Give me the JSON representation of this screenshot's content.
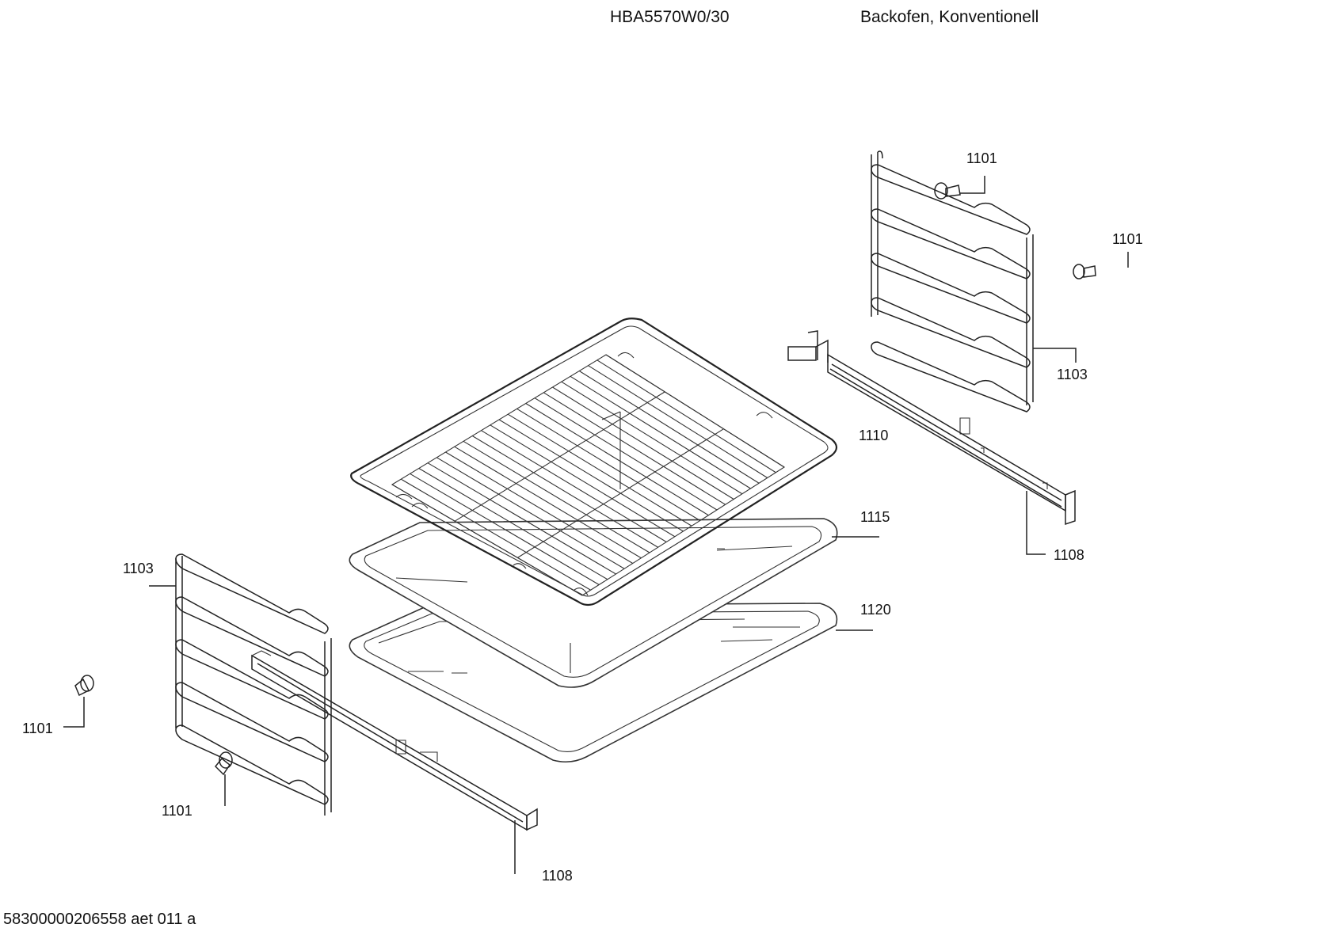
{
  "header": {
    "model": "HBA5570W0/30",
    "description": "Backofen, Konventionell"
  },
  "footer": {
    "code": "58300000206558 aet 011 a"
  },
  "labels": {
    "screw_top_right_a": "1101",
    "screw_top_right_b": "1101",
    "rack_right": "1103",
    "rail_right_1110": "1110",
    "rail_right_1108": "1108",
    "tray_1115": "1115",
    "tray_1120": "1120",
    "rack_left": "1103",
    "screw_left_a": "1101",
    "screw_left_b": "1101",
    "rail_left_1108": "1108"
  }
}
